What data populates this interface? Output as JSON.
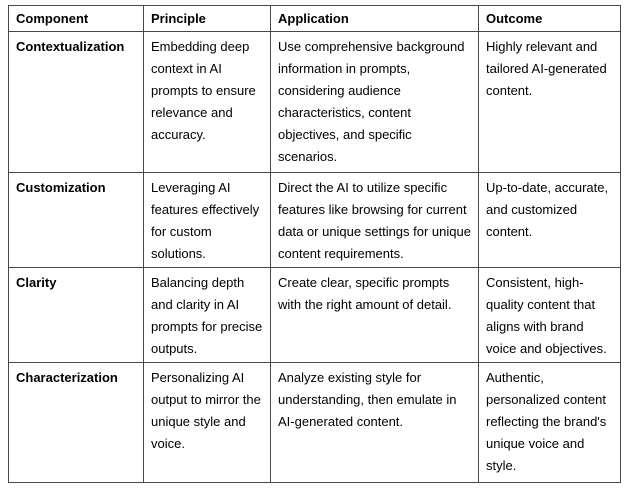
{
  "colors": {
    "background": "#ffffff",
    "text": "#000000",
    "table_border": "#474747"
  },
  "table": {
    "headers": [
      "Component",
      "Principle",
      "Application",
      "Outcome"
    ],
    "rows": [
      {
        "component": "Contextualization",
        "principle": "Embedding deep context in AI prompts to ensure relevance and accuracy.",
        "application": "Use comprehensive background information in prompts, considering audience characteristics, content objectives, and specific scenarios.",
        "outcome": "Highly relevant and tailored AI-generated content."
      },
      {
        "component": "Customization",
        "principle": "Leveraging AI features effectively for custom solutions.",
        "application": "Direct the AI to utilize specific features like browsing for current data or unique settings for unique content requirements.",
        "outcome": "Up-to-date, accurate, and customized content."
      },
      {
        "component": "Clarity",
        "principle": "Balancing depth and clarity in AI prompts for precise outputs.",
        "application": "Create clear, specific prompts with the right amount of detail.",
        "outcome": "Consistent, high-quality content that aligns with brand voice and objectives."
      },
      {
        "component": "Characterization",
        "principle": "Personalizing AI output to mirror the unique style and voice.",
        "application": "Analyze existing style for understanding, then emulate in AI-generated content.",
        "outcome": "Authentic, personalized content reflecting the brand's unique voice and style."
      }
    ]
  }
}
